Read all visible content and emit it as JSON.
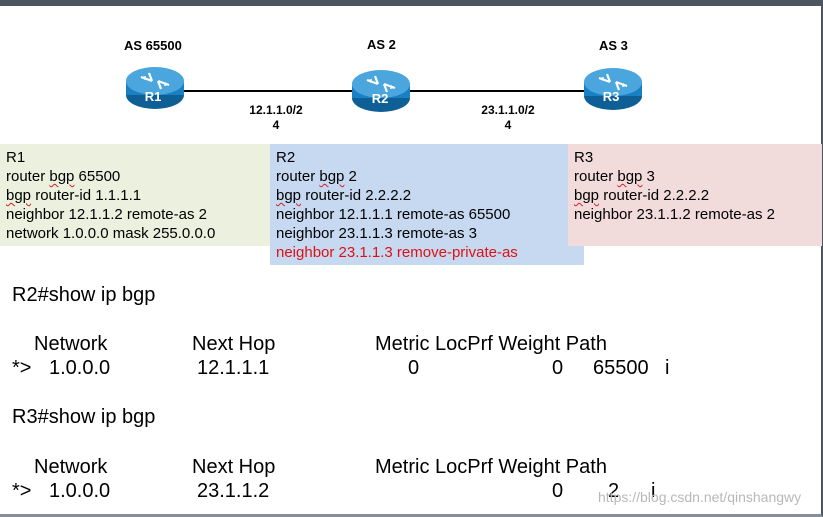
{
  "colors": {
    "r1_box": "#ebf1de",
    "r2_box": "#c6d9f1",
    "r3_box": "#f2dcdb",
    "router_body": "#1a80c4",
    "highlight": "#e01010"
  },
  "topology": {
    "routers": [
      {
        "name": "R1",
        "as": "AS 65500",
        "icon": "router-icon"
      },
      {
        "name": "R2",
        "as": "AS 2",
        "icon": "router-icon"
      },
      {
        "name": "R3",
        "as": "AS 3",
        "icon": "router-icon"
      }
    ],
    "links": [
      {
        "subnet": "12.1.1.0/2",
        "suffix": "4"
      },
      {
        "subnet": "23.1.1.0/2",
        "suffix": "4"
      }
    ]
  },
  "configs": {
    "r1": {
      "title": "R1",
      "line1_kw": "bgp",
      "line1_pre": "router ",
      "line1_post": " 65500",
      "line2_kw": "bgp",
      "line2_post": " router-id 1.1.1.1",
      "line3": "neighbor 12.1.1.2 remote-as 2",
      "line4": "network 1.0.0.0 mask 255.0.0.0"
    },
    "r2": {
      "title": "R2",
      "line1_kw": "bgp",
      "line1_pre": "router ",
      "line1_post": " 2",
      "line2_kw": "bgp",
      "line2_post": " router-id 2.2.2.2",
      "line3": "neighbor 12.1.1.1 remote-as 65500",
      "line4": "neighbor 23.1.1.3 remote-as 3",
      "line5": "neighbor 23.1.1.3 remove-private-as"
    },
    "r3": {
      "title": "R3",
      "line1_kw": "bgp",
      "line1_pre": "router ",
      "line1_post": " 3",
      "line2_kw": "bgp",
      "line2_post": " router-id 2.2.2.2",
      "line3": "neighbor 23.1.1.2 remote-as 2"
    }
  },
  "outputs": [
    {
      "command": "R2#show ip bgp",
      "headers": {
        "network": "Network",
        "nexthop": "Next Hop",
        "metrics": "Metric LocPrf Weight Path"
      },
      "row": {
        "status": "*>",
        "network": "1.0.0.0",
        "nexthop": "12.1.1.1",
        "metric": "0",
        "weight": "0",
        "path": "65500",
        "origin": "i"
      }
    },
    {
      "command": "R3#show ip bgp",
      "headers": {
        "network": "Network",
        "nexthop": "Next Hop",
        "metrics": "Metric LocPrf Weight Path"
      },
      "row": {
        "status": "*>",
        "network": "1.0.0.0",
        "nexthop": "23.1.1.2",
        "metric": "",
        "weight": "0",
        "path": "2",
        "origin": "i"
      }
    }
  ],
  "watermark": "https://blog.csdn.net/qinshangwy"
}
